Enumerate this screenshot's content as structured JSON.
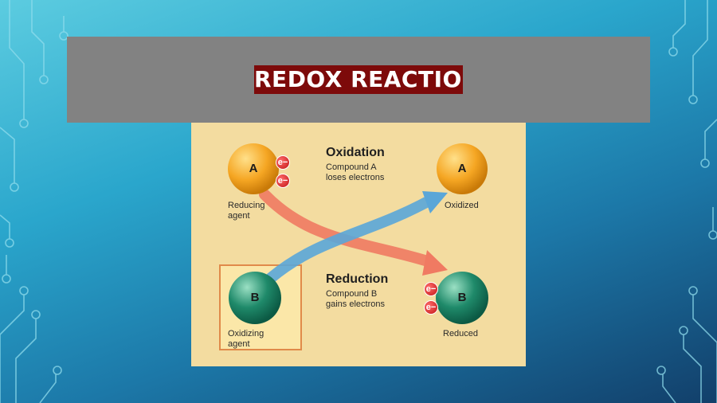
{
  "slide": {
    "title": "REDOX REACTION"
  },
  "diagram": {
    "oxidation": {
      "heading": "Oxidation",
      "desc_line1": "Compound A",
      "desc_line2": "loses electrons"
    },
    "reduction": {
      "heading": "Reduction",
      "desc_line1": "Compound B",
      "desc_line2": "gains electrons"
    },
    "atom_a_before": {
      "letter": "A",
      "label_line1": "Reducing",
      "label_line2": "agent"
    },
    "atom_a_after": {
      "letter": "A",
      "label": "Oxidized"
    },
    "atom_b_before": {
      "letter": "B",
      "label_line1": "Oxidizing",
      "label_line2": "agent"
    },
    "atom_b_after": {
      "letter": "B",
      "label": "Reduced"
    },
    "electron_symbol": "e−",
    "colors": {
      "atom_a": "#f5a623",
      "atom_b": "#1f8a6a",
      "electron": "#d11f1f",
      "arrow_oxidation": "#5aa6d8",
      "arrow_reduction": "#f07a62",
      "title_bg": "#7d0a0a",
      "title_bar": "#828282",
      "panel_bg": "#f3dca0"
    }
  }
}
